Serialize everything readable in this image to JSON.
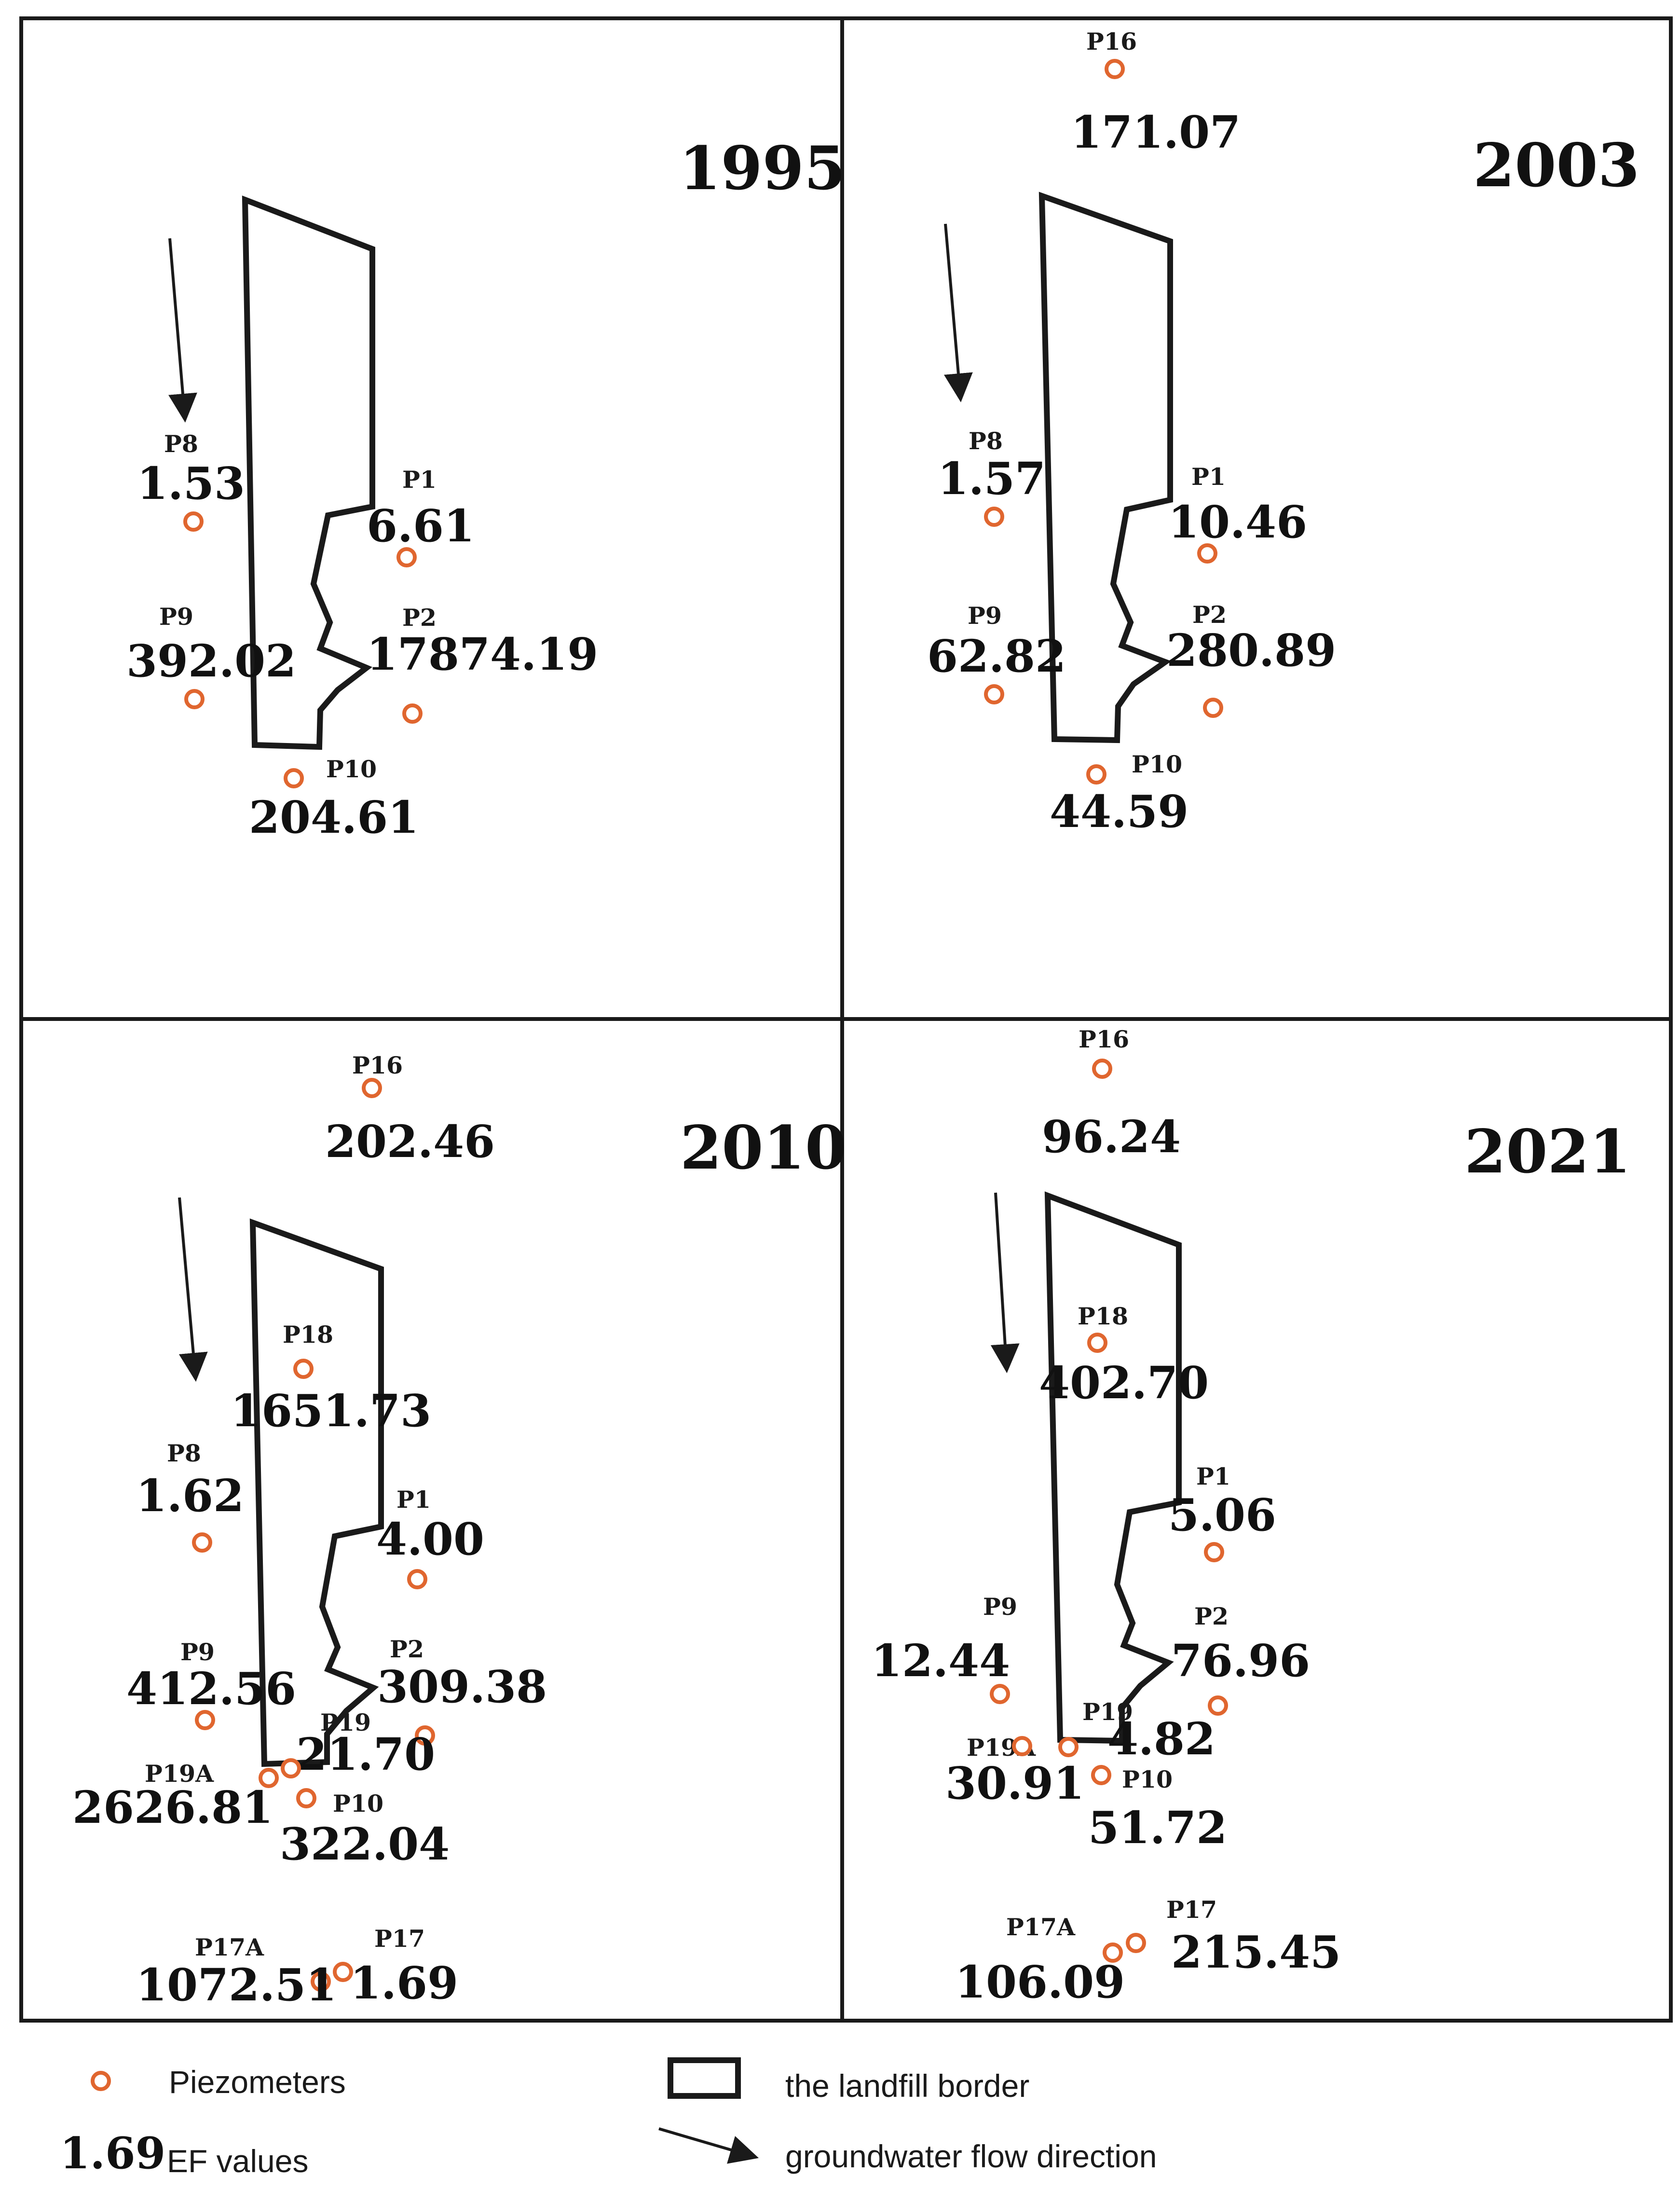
{
  "colors": {
    "piezometer": "#e0662f",
    "border": "#1a1a1a",
    "background": "#ffffff"
  },
  "panels": {
    "p1995": {
      "year": "1995",
      "piezometers": {
        "P8": {
          "label": "P8",
          "value": "1.53"
        },
        "P1": {
          "label": "P1",
          "value": "6.61"
        },
        "P9": {
          "label": "P9",
          "value": "392.02"
        },
        "P2": {
          "label": "P2",
          "value": "17874.19"
        },
        "P10": {
          "label": "P10",
          "value": "204.61"
        }
      }
    },
    "p2003": {
      "year": "2003",
      "piezometers": {
        "P16": {
          "label": "P16",
          "value": "171.07"
        },
        "P8": {
          "label": "P8",
          "value": "1.57"
        },
        "P1": {
          "label": "P1",
          "value": "10.46"
        },
        "P9": {
          "label": "P9",
          "value": "62.82"
        },
        "P2": {
          "label": "P2",
          "value": "280.89"
        },
        "P10": {
          "label": "P10",
          "value": "44.59"
        }
      }
    },
    "p2010": {
      "year": "2010",
      "piezometers": {
        "P16": {
          "label": "P16",
          "value": "202.46"
        },
        "P18": {
          "label": "P18",
          "value": "1651.73"
        },
        "P8": {
          "label": "P8",
          "value": "1.62"
        },
        "P1": {
          "label": "P1",
          "value": "4.00"
        },
        "P9": {
          "label": "P9",
          "value": "412.56"
        },
        "P2": {
          "label": "P2",
          "value": "309.38"
        },
        "P19": {
          "label": "P19",
          "value": "21.70"
        },
        "P19A": {
          "label": "P19A",
          "value": "2626.81"
        },
        "P10": {
          "label": "P10",
          "value": "322.04"
        },
        "P17A": {
          "label": "P17A",
          "value": "1072.51"
        },
        "P17": {
          "label": "P17",
          "value": "1.69"
        }
      }
    },
    "p2021": {
      "year": "2021",
      "piezometers": {
        "P16": {
          "label": "P16",
          "value": "96.24"
        },
        "P18": {
          "label": "P18",
          "value": "402.70"
        },
        "P1": {
          "label": "P1",
          "value": "5.06"
        },
        "P9": {
          "label": "P9",
          "value": "12.44"
        },
        "P2": {
          "label": "P2",
          "value": "76.96"
        },
        "P19": {
          "label": "P19",
          "value": "4.82"
        },
        "P19A": {
          "label": "P19A",
          "value": "30.91"
        },
        "P10": {
          "label": "P10",
          "value": "51.72"
        },
        "P17A": {
          "label": "P17A",
          "value": "106.09"
        },
        "P17": {
          "label": "P17",
          "value": "215.45"
        }
      }
    }
  },
  "legend": {
    "piezometers": "Piezometers",
    "landfill_border": "the landfill border",
    "ef_example": "1.69",
    "ef_values": "EF  values",
    "flow_direction": "groundwater flow direction"
  }
}
